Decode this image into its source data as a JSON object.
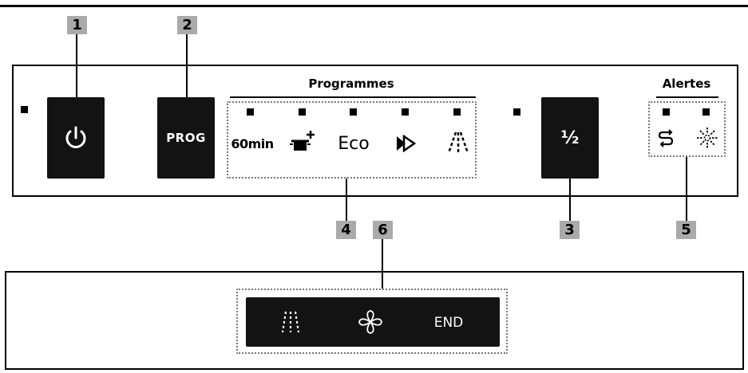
{
  "callouts": [
    "1",
    "2",
    "3",
    "4",
    "5",
    "6"
  ],
  "headers": {
    "programmes": "Programmes",
    "alertes": "Alertes"
  },
  "buttons": {
    "power_icon": "power-icon",
    "prog": "PROG",
    "half": "½"
  },
  "programmes": [
    {
      "label": "60min",
      "icon": "60min-text"
    },
    {
      "label": "",
      "icon": "intensive-pot-icon"
    },
    {
      "label": "Eco",
      "icon": "eco-text"
    },
    {
      "label": "",
      "icon": "fast-forward-icon"
    },
    {
      "label": "",
      "icon": "pre-rinse-spray-icon"
    }
  ],
  "alerts": [
    {
      "icon": "salt-refill-icon"
    },
    {
      "icon": "rinse-aid-icon"
    }
  ],
  "status_display": [
    {
      "label": "",
      "icon": "washing-spray-icon"
    },
    {
      "label": "",
      "icon": "drying-fan-icon"
    },
    {
      "label": "END",
      "icon": "end-text"
    }
  ],
  "colors": {
    "button_bg": "#131313",
    "callout_bg": "#aaaaaa",
    "led": "#000000"
  }
}
